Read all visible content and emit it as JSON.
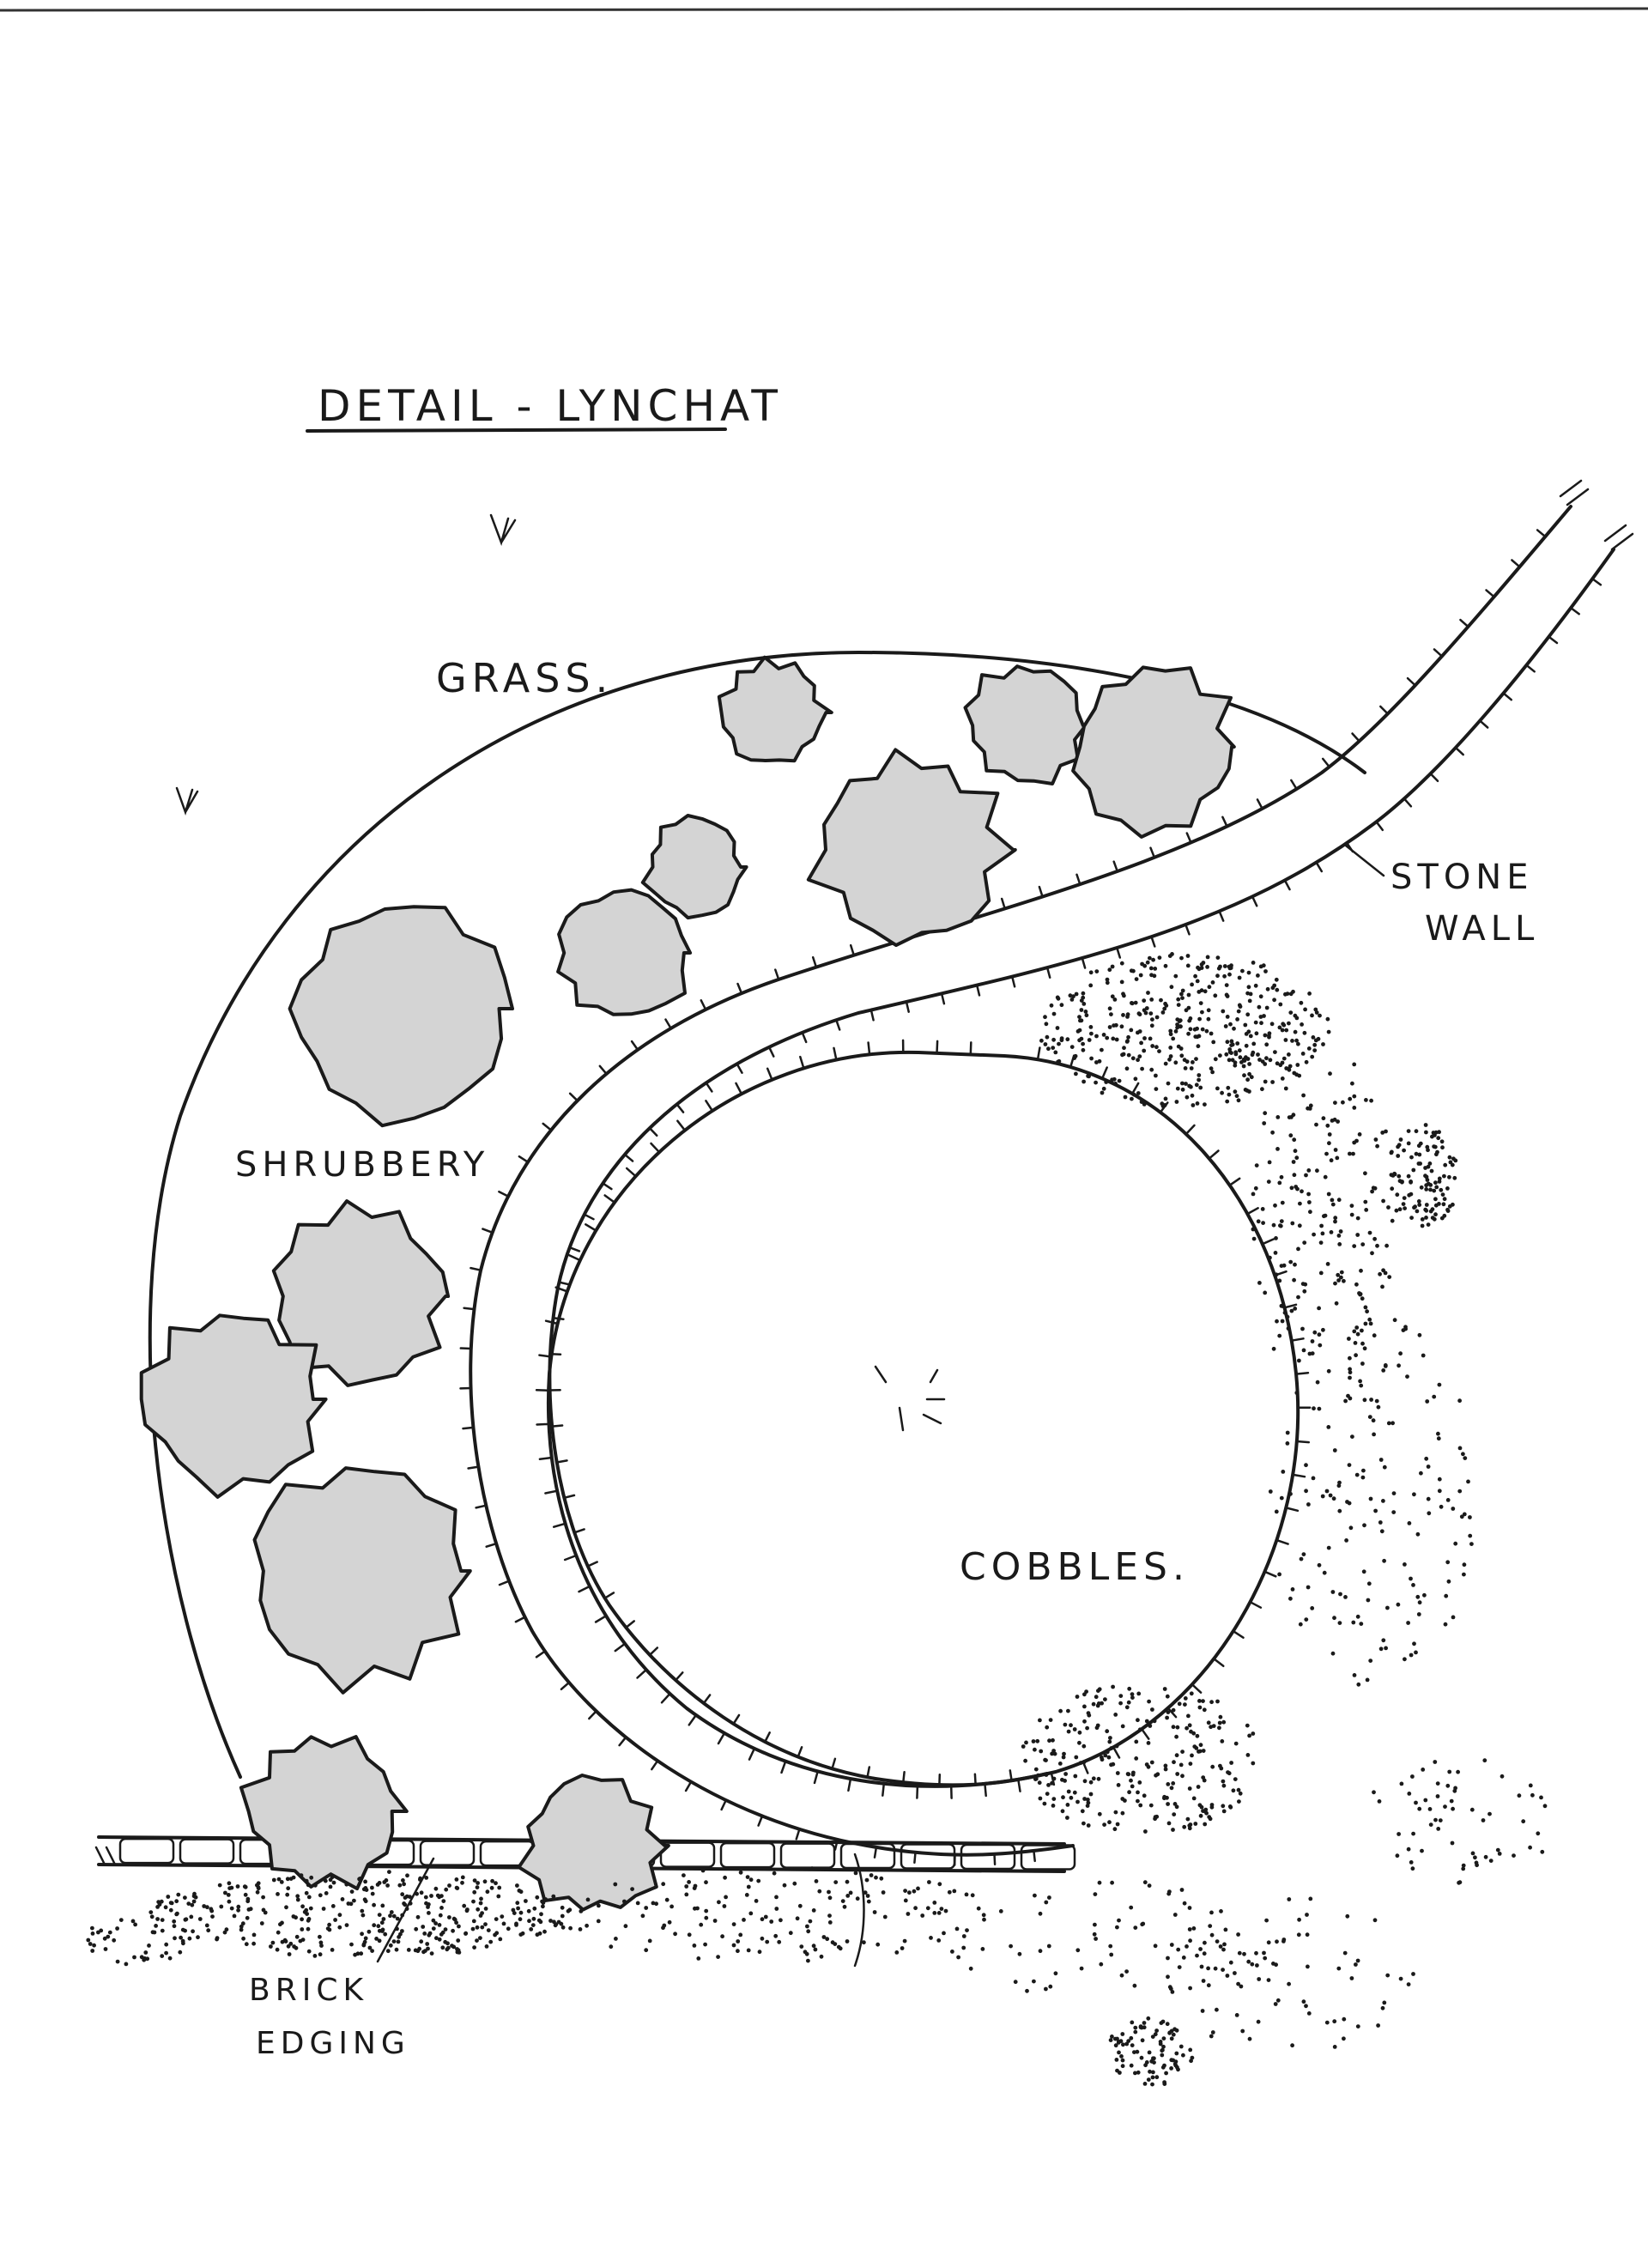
{
  "title": "DETAIL - LYNCHAT",
  "labels": {
    "grass": "GRASS.",
    "shrubbery": "SHRUBBERY",
    "stone_wall_line1": "STONE",
    "stone_wall_line2": "WALL",
    "cobbles": "COBBLES.",
    "brick_edging_line1": "BRICK",
    "brick_edging_line2": "EDGING"
  },
  "colors": {
    "ink": "#1a1a1a",
    "shrub_fill": "#d4d4d4",
    "paper": "#ffffff"
  }
}
